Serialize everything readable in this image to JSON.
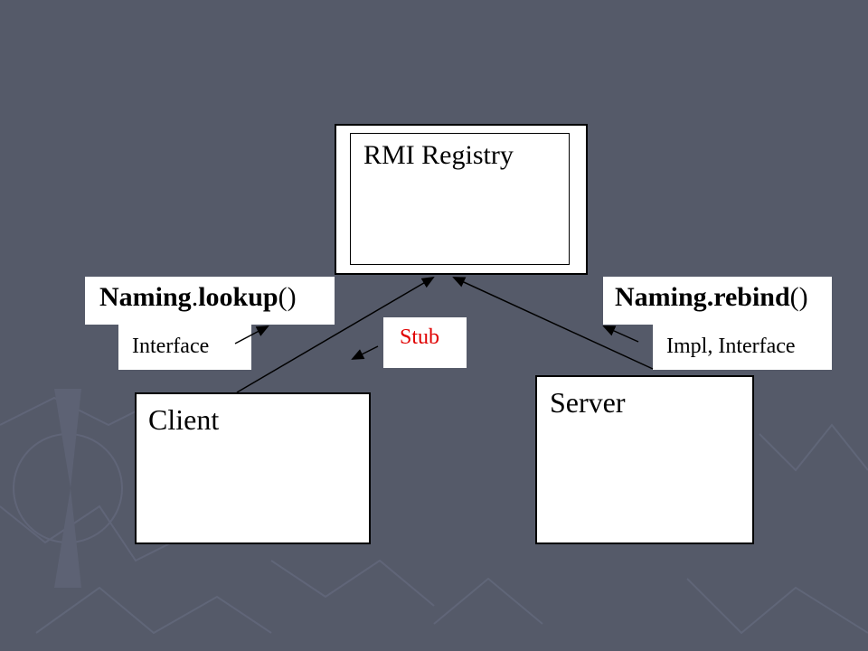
{
  "diagram": {
    "registry": {
      "label": "RMI Registry"
    },
    "client": {
      "label": "Client"
    },
    "server": {
      "label": "Server"
    },
    "lookup": {
      "obj": "Naming",
      "dot": ".",
      "method": "lookup",
      "parens": "()"
    },
    "rebind": {
      "obj": "Naming",
      "dot": ".",
      "method": "rebind",
      "parens": "()"
    },
    "client_item": {
      "label": "Interface"
    },
    "server_item": {
      "label": "Impl, Interface"
    },
    "stub": {
      "label": "Stub"
    }
  },
  "colors": {
    "background": "#555a69",
    "box_fill": "#ffffff",
    "stroke": "#000000",
    "stub_text": "#e00000"
  }
}
